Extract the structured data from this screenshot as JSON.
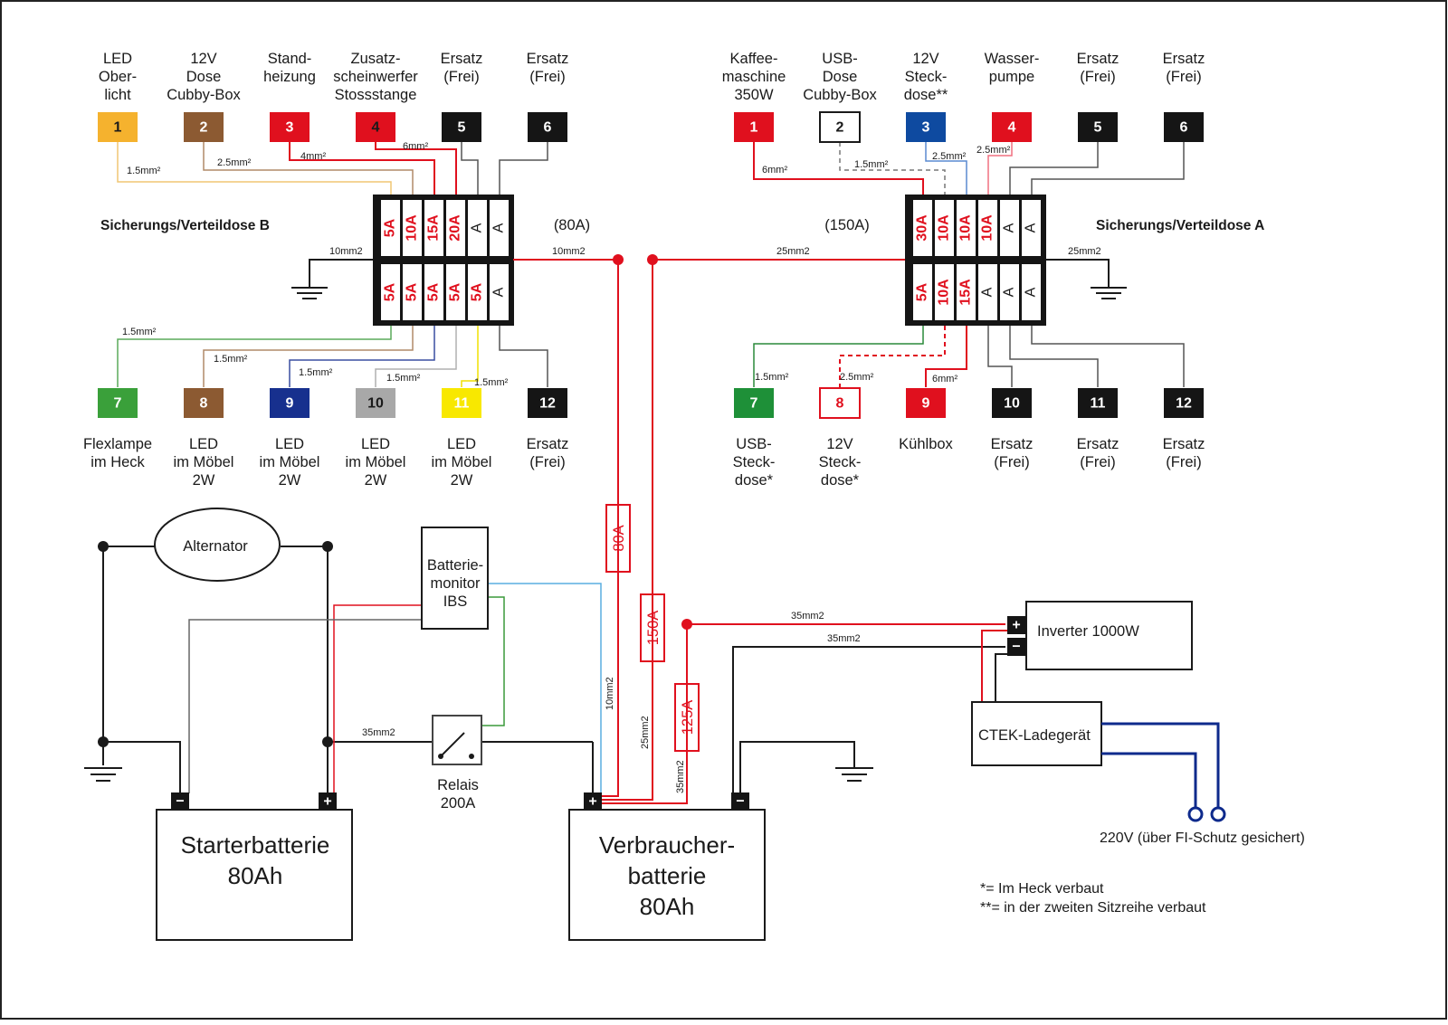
{
  "colors": {
    "red": "#e0101e",
    "black": "#1a1a1a",
    "wire_gray": "#555555",
    "navy": "#0e2a8c",
    "light_blue": "#5aaee0",
    "green": "#3a9a3a"
  },
  "box_b": {
    "title": "Sicherungs/Verteildose B",
    "rating": "(80A)",
    "ground_gauge": "10mm2",
    "feed_gauge": "10mm2",
    "fuses_top": [
      "5A",
      "10A",
      "15A",
      "20A",
      "A",
      "A"
    ],
    "fuses_bottom": [
      "5A",
      "5A",
      "5A",
      "5A",
      "5A",
      "A"
    ],
    "top_outputs": [
      {
        "num": "1",
        "color": "#f5b22e",
        "text_color": "#1a1a1a",
        "wire": "#f0c674",
        "gauge": "1.5mm2",
        "label": [
          "LED",
          "Ober-",
          "licht"
        ]
      },
      {
        "num": "2",
        "color": "#8c5a32",
        "text_color": "#ffffff",
        "wire": "#b08a68",
        "gauge": "2.5mm2",
        "label": [
          "12V",
          "Dose",
          "Cubby-Box"
        ]
      },
      {
        "num": "3",
        "color": "#e0101e",
        "text_color": "#ffffff",
        "wire": "#e0101e",
        "gauge": "4mm2",
        "label": [
          "Stand-",
          "heizung"
        ]
      },
      {
        "num": "4",
        "color": "#e0101e",
        "text_color": "#1a1a1a",
        "wire": "#e0101e",
        "gauge": "6mm2",
        "label": [
          "Zusatz-",
          "scheinwerfer",
          "Stossstange"
        ]
      },
      {
        "num": "5",
        "color": "#151515",
        "text_color": "#ffffff",
        "wire": "#555555",
        "gauge": "",
        "label": [
          "Ersatz",
          "(Frei)"
        ]
      },
      {
        "num": "6",
        "color": "#151515",
        "text_color": "#ffffff",
        "wire": "#555555",
        "gauge": "",
        "label": [
          "Ersatz",
          "(Frei)"
        ]
      }
    ],
    "bottom_outputs": [
      {
        "num": "7",
        "color": "#3aa03a",
        "text_color": "#ffffff",
        "wire": "#5aaa5a",
        "gauge": "1.5mm2",
        "label": [
          "Flexlampe",
          "im Heck"
        ]
      },
      {
        "num": "8",
        "color": "#8c5a32",
        "text_color": "#ffffff",
        "wire": "#b08a68",
        "gauge": "1.5mm2",
        "label": [
          "LED",
          "im Möbel",
          "2W"
        ]
      },
      {
        "num": "9",
        "color": "#17308e",
        "text_color": "#ffffff",
        "wire": "#3a4ea0",
        "gauge": "1.5mm2",
        "label": [
          "LED",
          "im Möbel",
          "2W"
        ]
      },
      {
        "num": "10",
        "color": "#a8a8a8",
        "text_color": "#1a1a1a",
        "wire": "#b0b0b0",
        "gauge": "1.5mm2",
        "label": [
          "LED",
          "im Möbel",
          "2W"
        ]
      },
      {
        "num": "11",
        "color": "#f8e800",
        "text_color": "#ffffff",
        "wire": "#f0e000",
        "gauge": "1.5mm2",
        "label": [
          "LED",
          "im Möbel",
          "2W"
        ]
      },
      {
        "num": "12",
        "color": "#151515",
        "text_color": "#ffffff",
        "wire": "#555555",
        "gauge": "",
        "label": [
          "Ersatz",
          "(Frei)"
        ]
      }
    ]
  },
  "box_a": {
    "title": "Sicherungs/Verteildose A",
    "rating": "(150A)",
    "ground_gauge": "25mm2",
    "feed_gauge": "25mm2",
    "fuses_top": [
      "30A",
      "10A",
      "10A",
      "10A",
      "A",
      "A"
    ],
    "fuses_bottom": [
      "5A",
      "10A",
      "15A",
      "A",
      "A",
      "A"
    ],
    "top_outputs": [
      {
        "num": "1",
        "color": "#e0101e",
        "text_color": "#ffffff",
        "wire": "#e0101e",
        "gauge": "6mm2",
        "label": [
          "Kaffee-",
          "maschine",
          "350W"
        ],
        "outline": false,
        "dashed": false
      },
      {
        "num": "2",
        "color": "#ffffff",
        "text_color": "#1a1a1a",
        "wire": "#777777",
        "gauge": "1.5mm2",
        "label": [
          "USB-",
          "Dose",
          "Cubby-Box"
        ],
        "outline": true,
        "dashed": true
      },
      {
        "num": "3",
        "color": "#0e4aa0",
        "text_color": "#ffffff",
        "wire": "#5a8ad0",
        "gauge": "2.5mm2",
        "label": [
          "12V",
          "Steck-",
          "dose**"
        ],
        "outline": false,
        "dashed": false
      },
      {
        "num": "4",
        "color": "#e0101e",
        "text_color": "#ffffff",
        "wire": "#f07080",
        "gauge": "2.5mm2",
        "label": [
          "Wasser-",
          "pumpe"
        ],
        "outline": false,
        "dashed": false
      },
      {
        "num": "5",
        "color": "#151515",
        "text_color": "#ffffff",
        "wire": "#555555",
        "gauge": "",
        "label": [
          "Ersatz",
          "(Frei)"
        ],
        "outline": false,
        "dashed": false
      },
      {
        "num": "6",
        "color": "#151515",
        "text_color": "#ffffff",
        "wire": "#555555",
        "gauge": "",
        "label": [
          "Ersatz",
          "(Frei)"
        ],
        "outline": false,
        "dashed": false
      }
    ],
    "bottom_outputs": [
      {
        "num": "7",
        "color": "#1e9038",
        "text_color": "#ffffff",
        "wire": "#2a8a3a",
        "gauge": "1.5mm2",
        "label": [
          "USB-",
          "Steck-",
          "dose*"
        ],
        "outline": false,
        "dashed": false
      },
      {
        "num": "8",
        "color": "#ffffff",
        "text_color": "#e0101e",
        "wire": "#e0101e",
        "gauge": "2.5mm2",
        "label": [
          "12V",
          "Steck-",
          "dose*"
        ],
        "outline": true,
        "dashed": true
      },
      {
        "num": "9",
        "color": "#e0101e",
        "text_color": "#ffffff",
        "wire": "#e0101e",
        "gauge": "6mm2",
        "label": [
          "Kühlbox"
        ],
        "outline": false,
        "dashed": false
      },
      {
        "num": "10",
        "color": "#151515",
        "text_color": "#ffffff",
        "wire": "#555555",
        "gauge": "",
        "label": [
          "Ersatz",
          "(Frei)"
        ],
        "outline": false,
        "dashed": false
      },
      {
        "num": "11",
        "color": "#151515",
        "text_color": "#ffffff",
        "wire": "#555555",
        "gauge": "",
        "label": [
          "Ersatz",
          "(Frei)"
        ],
        "outline": false,
        "dashed": false
      },
      {
        "num": "12",
        "color": "#151515",
        "text_color": "#ffffff",
        "wire": "#555555",
        "gauge": "",
        "label": [
          "Ersatz",
          "(Frei)"
        ],
        "outline": false,
        "dashed": false
      }
    ]
  },
  "power": {
    "alternator": "Alternator",
    "battery_monitor": [
      "Batterie-",
      "monitor",
      "IBS"
    ],
    "relay": [
      "Relais",
      "200A"
    ],
    "relay_gauge": "35mm2",
    "starter_battery": [
      "Starterbatterie",
      "80Ah"
    ],
    "consumer_battery": [
      "Verbraucher-",
      "batterie",
      "80Ah"
    ],
    "fuse_80": "80A",
    "fuse_150": "150A",
    "fuse_125": "125A",
    "gauge_10": "10mm2",
    "gauge_25": "25mm2",
    "gauge_35": "35mm2",
    "inverter": "Inverter 1000W",
    "inverter_pos_gauge": "35mm2",
    "inverter_neg_gauge": "35mm2",
    "charger": "CTEK-Ladegerät",
    "mains": "220V (über FI-Schutz gesichert)",
    "plus": "+",
    "minus": "−"
  },
  "notes": [
    "*= Im Heck verbaut",
    "**= in der zweiten Sitzreihe verbaut"
  ]
}
